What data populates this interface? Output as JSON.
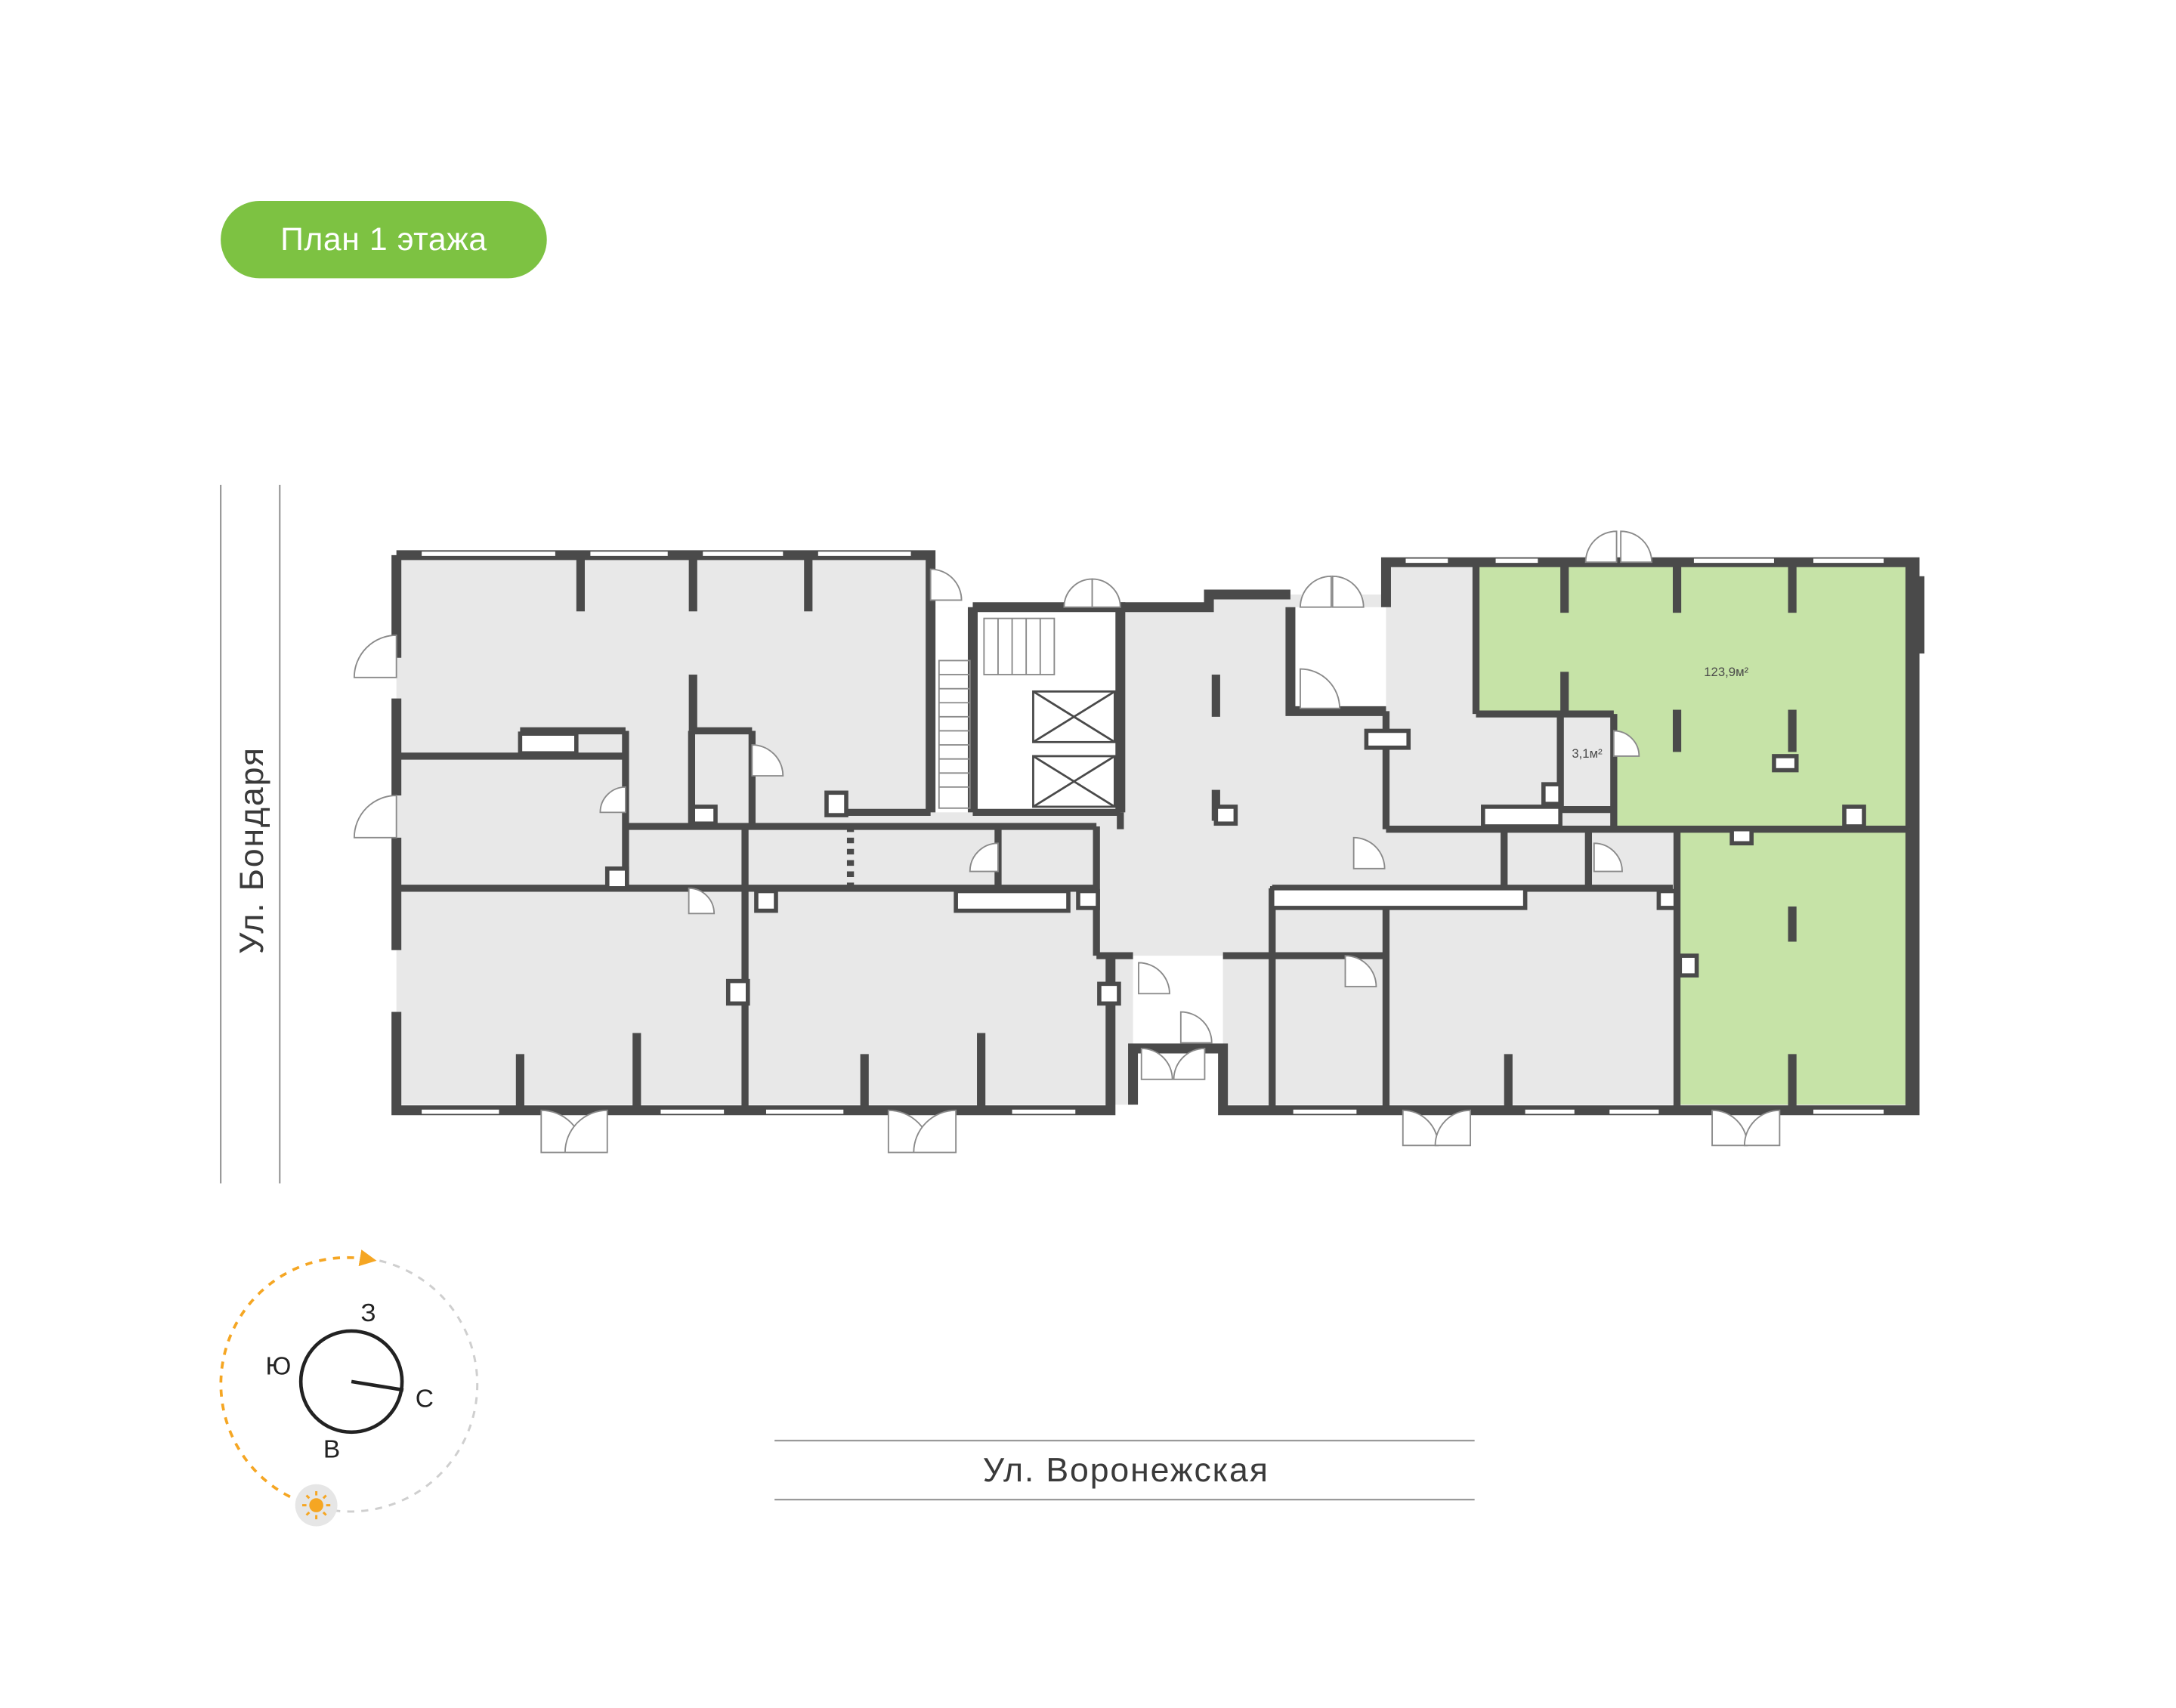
{
  "floor_tab": {
    "label": "План 1 этажа"
  },
  "streets": {
    "left": "Ул. Бондаря",
    "bottom": "Ул. Воронежская"
  },
  "highlighted_unit": {
    "main_area": "123,9м²",
    "small_room_area": "3,1м²"
  },
  "compass": {
    "north": "С",
    "south": "Ю",
    "east": "В",
    "west": "З"
  },
  "colors": {
    "accent": "#7dc242",
    "highlight_fill": "#c6e3a7",
    "room_fill": "#e8e8e8",
    "wall": "#4a4a4a",
    "sun_path": "#f5a623"
  },
  "icons": [
    "sun-icon",
    "compass-icon",
    "door-icon",
    "window-icon",
    "elevator-icon",
    "stairs-icon"
  ]
}
